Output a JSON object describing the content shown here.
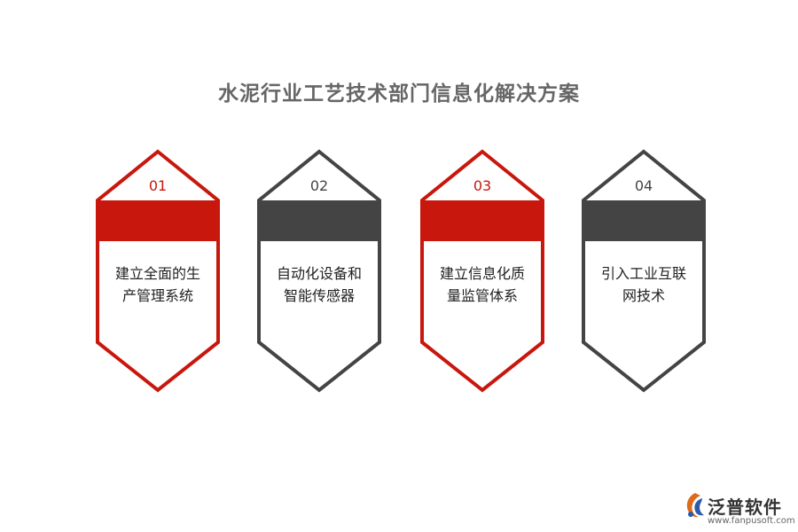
{
  "title": "水泥行业工艺技术部门信息化解决方案",
  "colors": {
    "red": "#c8170d",
    "dark": "#444444",
    "title": "#666666"
  },
  "cards": [
    {
      "number": "01",
      "lines": [
        "建立全面的生",
        "产管理系统"
      ],
      "theme": "red"
    },
    {
      "number": "02",
      "lines": [
        "自动化设备和",
        "智能传感器"
      ],
      "theme": "dark"
    },
    {
      "number": "03",
      "lines": [
        "建立信息化质",
        "量监管体系"
      ],
      "theme": "red"
    },
    {
      "number": "04",
      "lines": [
        "引入工业互联",
        "网技术"
      ],
      "theme": "dark"
    }
  ],
  "logo": {
    "name": "泛普软件",
    "url": "www.fanpusoft.com",
    "icon": "fanpu-logo-icon"
  }
}
